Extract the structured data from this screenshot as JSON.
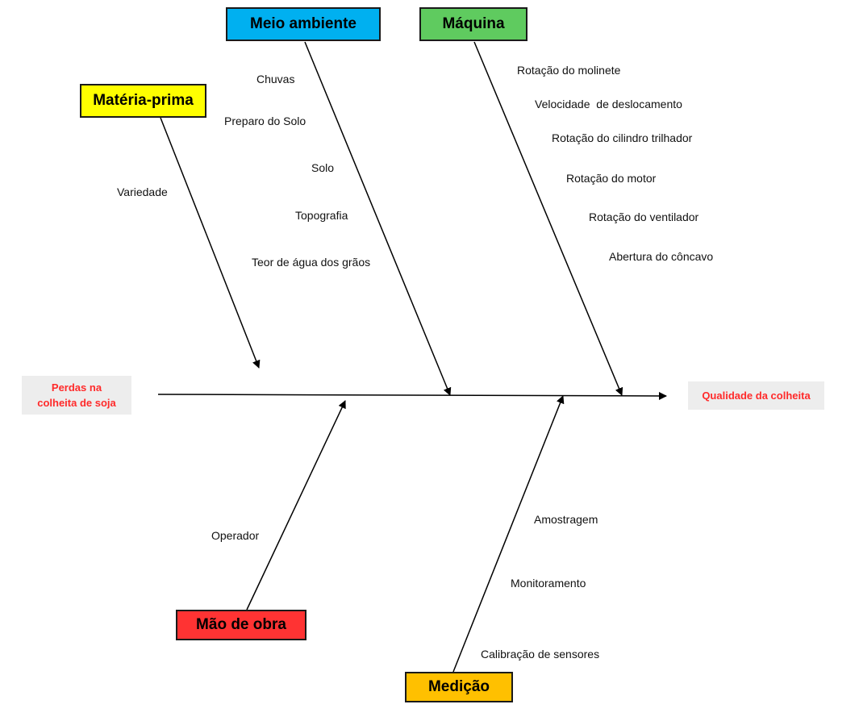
{
  "diagram": {
    "type": "ishikawa",
    "problem_label": "Perdas na\ncolheita de soja",
    "effect_label": "Qualidade da colheita",
    "categories": [
      {
        "id": "meio",
        "label": "Meio ambiente",
        "color": "#00b0f0",
        "causes": [
          "Chuvas",
          "Preparo do Solo",
          "Solo",
          "Topografia",
          "Teor de água dos grãos"
        ]
      },
      {
        "id": "maquina",
        "label": "Máquina",
        "color": "#5fcb5f",
        "causes": [
          "Rotação do molinete",
          "Velocidade  de deslocamento",
          "Rotação do cilindro trilhador",
          "Rotação do motor",
          "Rotação do ventilador",
          "Abertura do côncavo"
        ]
      },
      {
        "id": "materia",
        "label": "Matéria-prima",
        "color": "#ffff00",
        "causes": [
          "Variedade"
        ]
      },
      {
        "id": "mao",
        "label": "Mão de obra",
        "color": "#ff3333",
        "causes": [
          "Operador"
        ]
      },
      {
        "id": "medicao",
        "label": "Medição",
        "color": "#ffc000",
        "causes": [
          "Amostragem",
          "Monitoramento",
          "Calibração de sensores"
        ]
      }
    ]
  }
}
